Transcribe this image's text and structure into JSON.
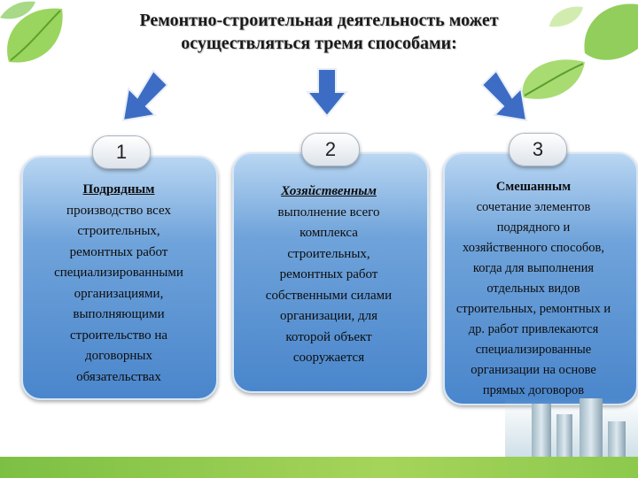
{
  "title_lines": [
    "Ремонтно-строительная деятельность может",
    "осуществляться тремя способами:"
  ],
  "colors": {
    "arrow": "#3d6cc4",
    "card": "#4a86cc",
    "bottom_bar": "#8cc94d",
    "leaf": "#7dc24a"
  },
  "cards": [
    {
      "number": "1",
      "heading": "Подрядным",
      "lines": [
        "производство всех",
        "строительных,",
        "ремонтных работ",
        "специализированными",
        "организациями,",
        "выполняющими",
        "строительство на",
        "договорных",
        "обязательствах"
      ]
    },
    {
      "number": "2",
      "heading": "Хозяйственным",
      "lines": [
        "выполнение всего",
        "комплекса",
        "строительных,",
        "ремонтных работ",
        "собственными силами",
        "организации, для",
        "которой объект",
        "сооружается"
      ]
    },
    {
      "number": "3",
      "heading": "Смешанным",
      "lines": [
        "сочетание элементов",
        "подрядного и",
        "хозяйственного способов,",
        "когда для выполнения",
        "отдельных видов",
        "строительных, ремонтных и",
        "др. работ привлекаются",
        "специализированные",
        "организации на основе",
        "прямых договоров"
      ]
    }
  ]
}
